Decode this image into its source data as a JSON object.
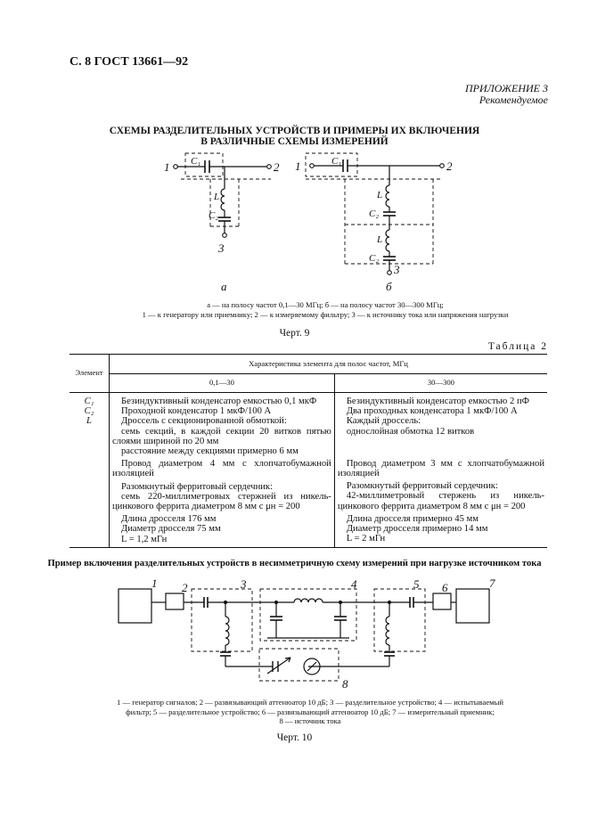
{
  "header": {
    "page_ref": "С. 8 ГОСТ 13661—92"
  },
  "appendix": {
    "title": "ПРИЛОЖЕНИЕ 3",
    "subtitle": "Рекомендуемое"
  },
  "title": {
    "line1": "СХЕМЫ РАЗДЕЛИТЕЛЬНЫХ УСТРОЙСТВ И ПРИМЕРЫ ИХ ВКЛЮЧЕНИЯ",
    "line2": "В РАЗЛИЧНЫЕ СХЕМЫ ИЗМЕРЕНИЙ"
  },
  "fig9": {
    "labels": {
      "c1": "C₁",
      "c2": "C₂",
      "l": "L",
      "p1": "1",
      "p2": "2",
      "p3": "3",
      "a": "а",
      "b": "б"
    },
    "caption_line1": "а — на полосу частот 0,1—30 МГц; б — на полосу частот 30—300 МГц;",
    "caption_line2": "1 — к генератору или приемнику; 2 — к измеряемому фильтру; 3 — к источнику тока или напряжения нагрузки",
    "label": "Черт. 9"
  },
  "table": {
    "label": "Таблица 2",
    "head": {
      "element": "Элемент",
      "characteristic": "Характеристика элемента для полос частот, МГц",
      "band_a": "0,1—30",
      "band_b": "30—300"
    },
    "rows": [
      {
        "el": "C₁",
        "a": [
          "Безиндуктивный конденсатор емкостью 0,1 мкФ"
        ],
        "b": [
          "Безиндуктивный конденсатор емкостью 2 пФ"
        ]
      },
      {
        "el": "C₂",
        "a": [
          "Проходной конденсатор 1 мкФ/100 А"
        ],
        "b": [
          "Два проходных конденсатора 1 мкФ/100 А"
        ]
      },
      {
        "el": "L",
        "a": [
          "Дроссель с секционированной обмоткой:",
          "семь секций, в каждой секции 20 витков пятью слоями шириной по 20 мм",
          "расстояние между секциями примерно 6 мм",
          "Провод диаметром 4 мм с хлопчатобумажной изоляцией",
          "Разомкнутый ферритовый сердечник:",
          "семь 220-миллиметровых стержней из никель-цинкового феррита диаметром 8 мм с μн = 200",
          "Длина дросселя 176 мм",
          "Диаметр дросселя 75 мм",
          "L = 1,2 мГн"
        ],
        "b": [
          "Каждый дроссель:",
          "однослойная обмотка 12 витков",
          "Провод диаметром 3 мм с хлопчатобумажной изоляцией",
          "Разомкнутый ферритовый сердечник:",
          "42-миллиметровый стержень из никель-цинкового феррита диаметром 8 мм с μн = 200",
          "Длина дросселя примерно 45 мм",
          "Диаметр дросселя примерно 14 мм",
          "L = 2 мГн"
        ]
      }
    ]
  },
  "example": {
    "title": "Пример включения разделительных устройств в несимметричную схему измерений при нагрузке источником тока",
    "numbers": [
      "1",
      "2",
      "3",
      "4",
      "5",
      "6",
      "7",
      "8"
    ],
    "caption_line1": "1 — генератор сигналов; 2 — развязывающий аттенюатор 10 дБ; 3 — разделительное устройство; 4 — испытываемый",
    "caption_line2": "фильтр; 5 — разделительное устройство; 6 — развязывающий аттенюатор 10 дБ; 7 — измерительный приемник;",
    "caption_line3": "8 — источник тока",
    "label": "Черт. 10"
  }
}
